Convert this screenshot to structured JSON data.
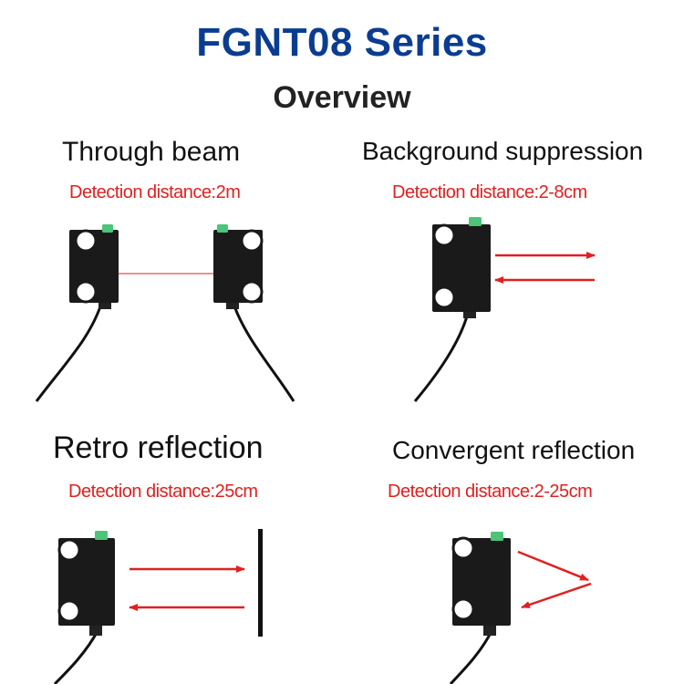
{
  "header": {
    "title": "FGNT08 Series",
    "subtitle": "Overview"
  },
  "panels": [
    {
      "title": "Through beam",
      "distance": "Detection distance:2m"
    },
    {
      "title": "Background suppression",
      "distance": "Detection distance:2-8cm"
    },
    {
      "title": "Retro reflection",
      "distance": "Detection distance:25cm"
    },
    {
      "title": "Convergent reflection",
      "distance": "Detection distance:2-25cm"
    }
  ],
  "colors": {
    "title": "#0a3d91",
    "distance": "#e02020",
    "sensor_body": "#1a1a1a",
    "indicator": "#4cc47a",
    "beam": "#e02020"
  }
}
